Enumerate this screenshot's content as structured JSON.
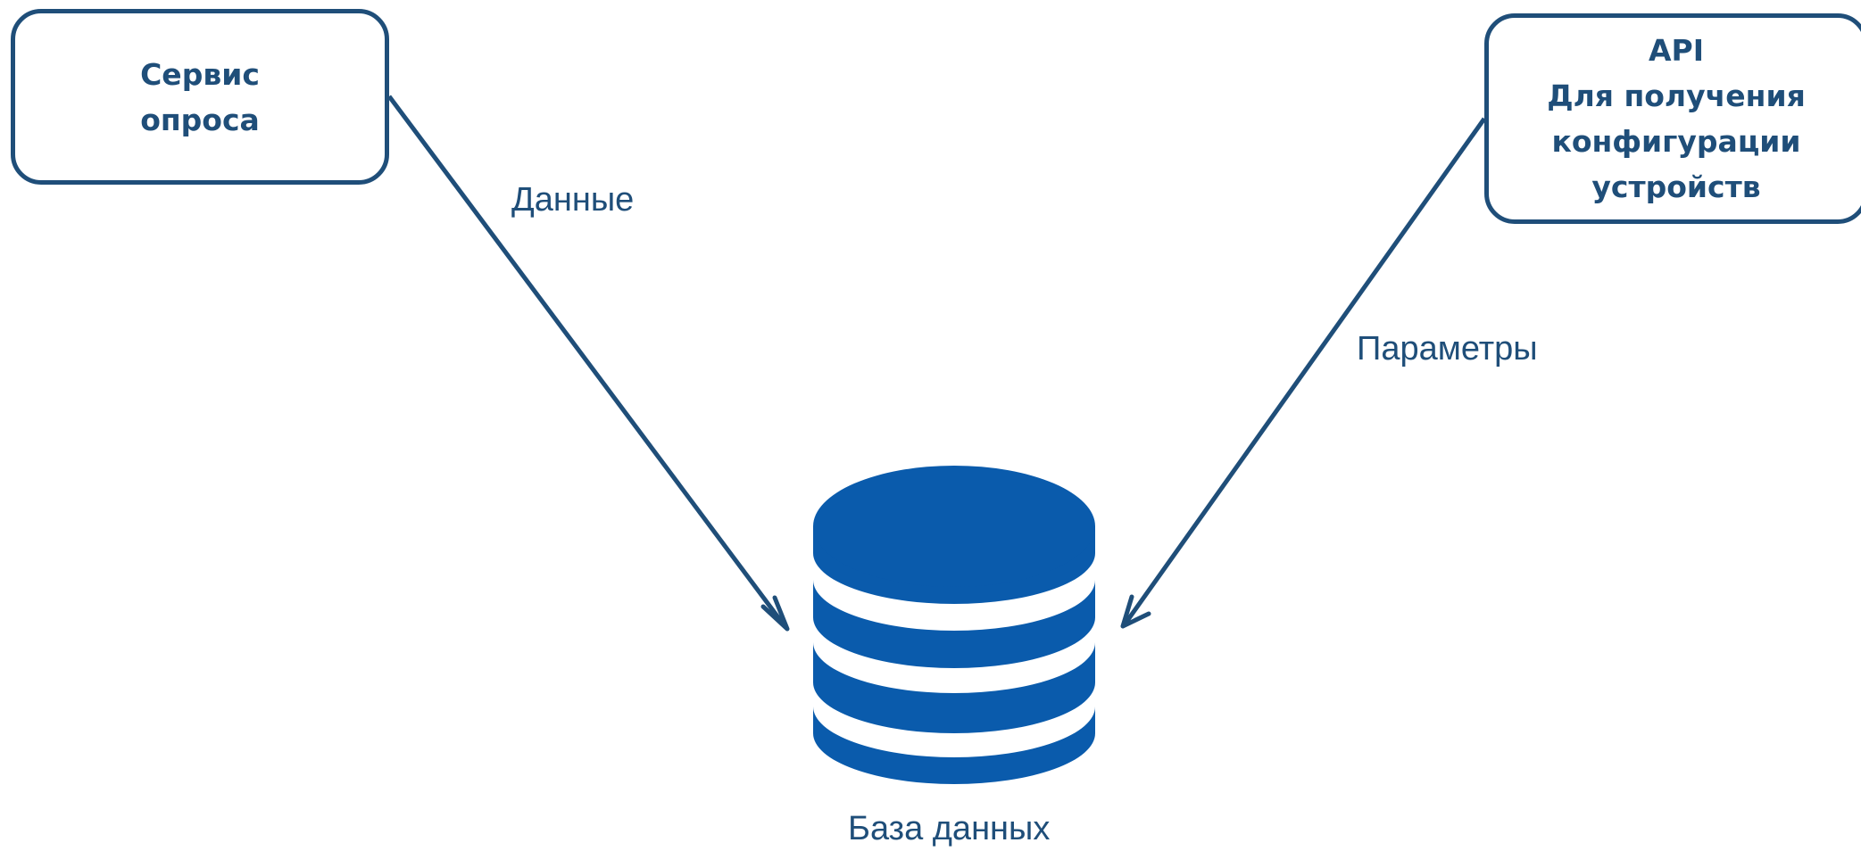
{
  "nodes": {
    "survey_service": {
      "lines": [
        "Сервис",
        "опроса"
      ]
    },
    "config_api": {
      "lines": [
        "API",
        "Для получения",
        "конфигурации",
        "устройств"
      ]
    },
    "database": {
      "label": "База данных",
      "icon": "database-icon"
    }
  },
  "edges": {
    "data": {
      "label": "Данные",
      "from": "survey_service",
      "to": "database"
    },
    "params": {
      "label": "Параметры",
      "from": "config_api",
      "to": "database"
    }
  },
  "colors": {
    "stroke": "#1f4e79",
    "db_fill": "#0a5bac",
    "text": "#1f4e79"
  }
}
